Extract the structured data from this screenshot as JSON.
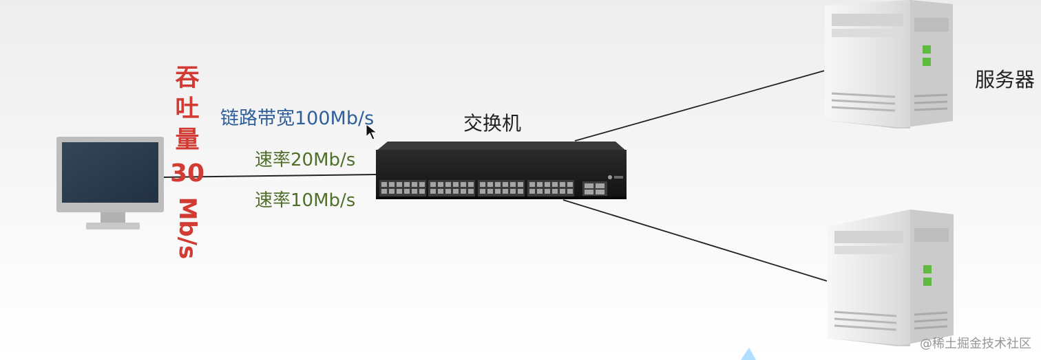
{
  "labels": {
    "link_bandwidth": "链路带宽100Mb/s",
    "rate_upper": "速率20Mb/s",
    "rate_lower": "速率10Mb/s",
    "switch": "交换机",
    "server": "服务器",
    "watermark": "@稀土掘金技术社区"
  },
  "throughput": {
    "chars": [
      "吞",
      "吐",
      "量"
    ],
    "number": "30",
    "unit": "Mb/s"
  },
  "colors": {
    "bandwidth_text": "#2f5f9a",
    "rate_text": "#4f6f2b",
    "throughput_text": "#d23a34",
    "link_line": "#222222"
  },
  "icons": {
    "client": "monitor-icon",
    "switch": "network-switch-icon",
    "server": "server-tower-icon"
  }
}
